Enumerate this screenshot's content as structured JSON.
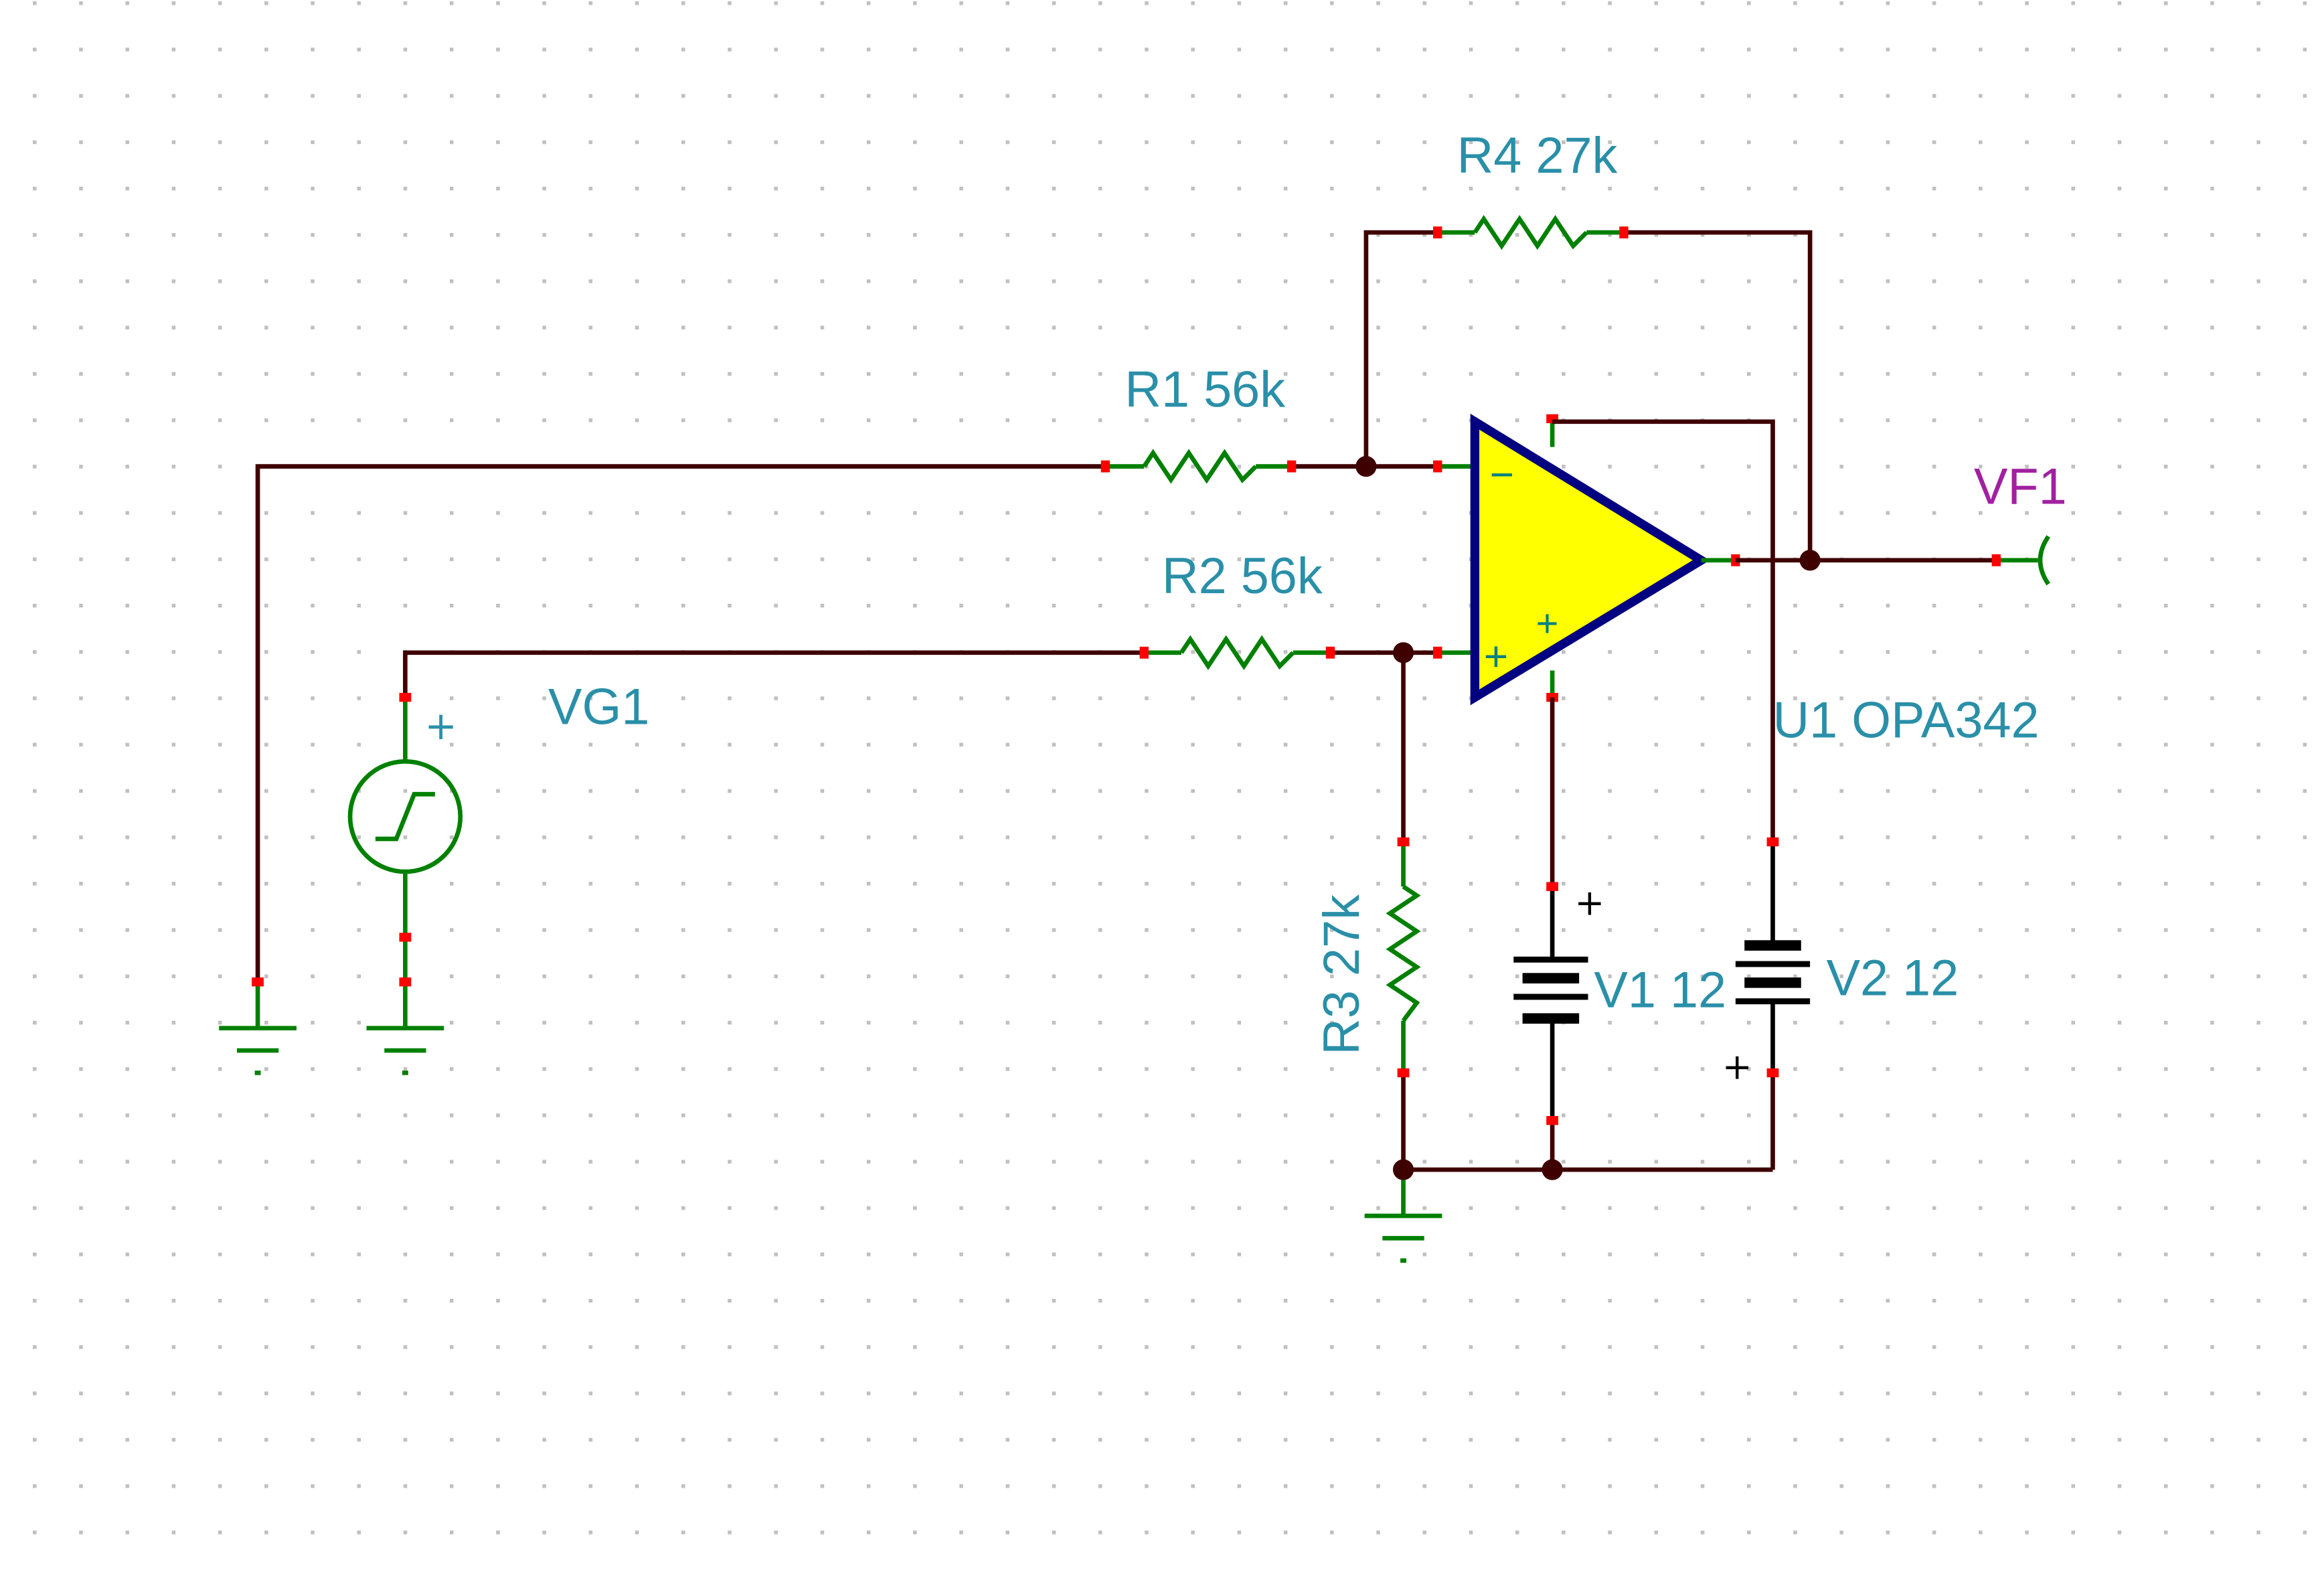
{
  "schematic": {
    "components": {
      "r1": {
        "label": "R1 56k"
      },
      "r2": {
        "label": "R2 56k"
      },
      "r3": {
        "label": "R3 27k"
      },
      "r4": {
        "label": "R4 27k"
      },
      "vg1": {
        "label": "VG1",
        "polarity": "+"
      },
      "u1": {
        "label": "U1 OPA342",
        "inv": "−",
        "noninv": "+",
        "supply": "+"
      },
      "v1": {
        "label": "V1 12",
        "polarity": "+"
      },
      "v2": {
        "label": "V2 12",
        "polarity": "+"
      },
      "vf1": {
        "label": "VF1"
      }
    },
    "colors": {
      "wire": "#3f0000",
      "pin_wire": "#008000",
      "opamp_fill": "#ffff00",
      "opamp_outline": "#000080",
      "label": "#2a8fa8",
      "probe_label": "#a020a0",
      "pin_marker": "#ff0000",
      "grid_dot": "#c0c0c0"
    }
  }
}
